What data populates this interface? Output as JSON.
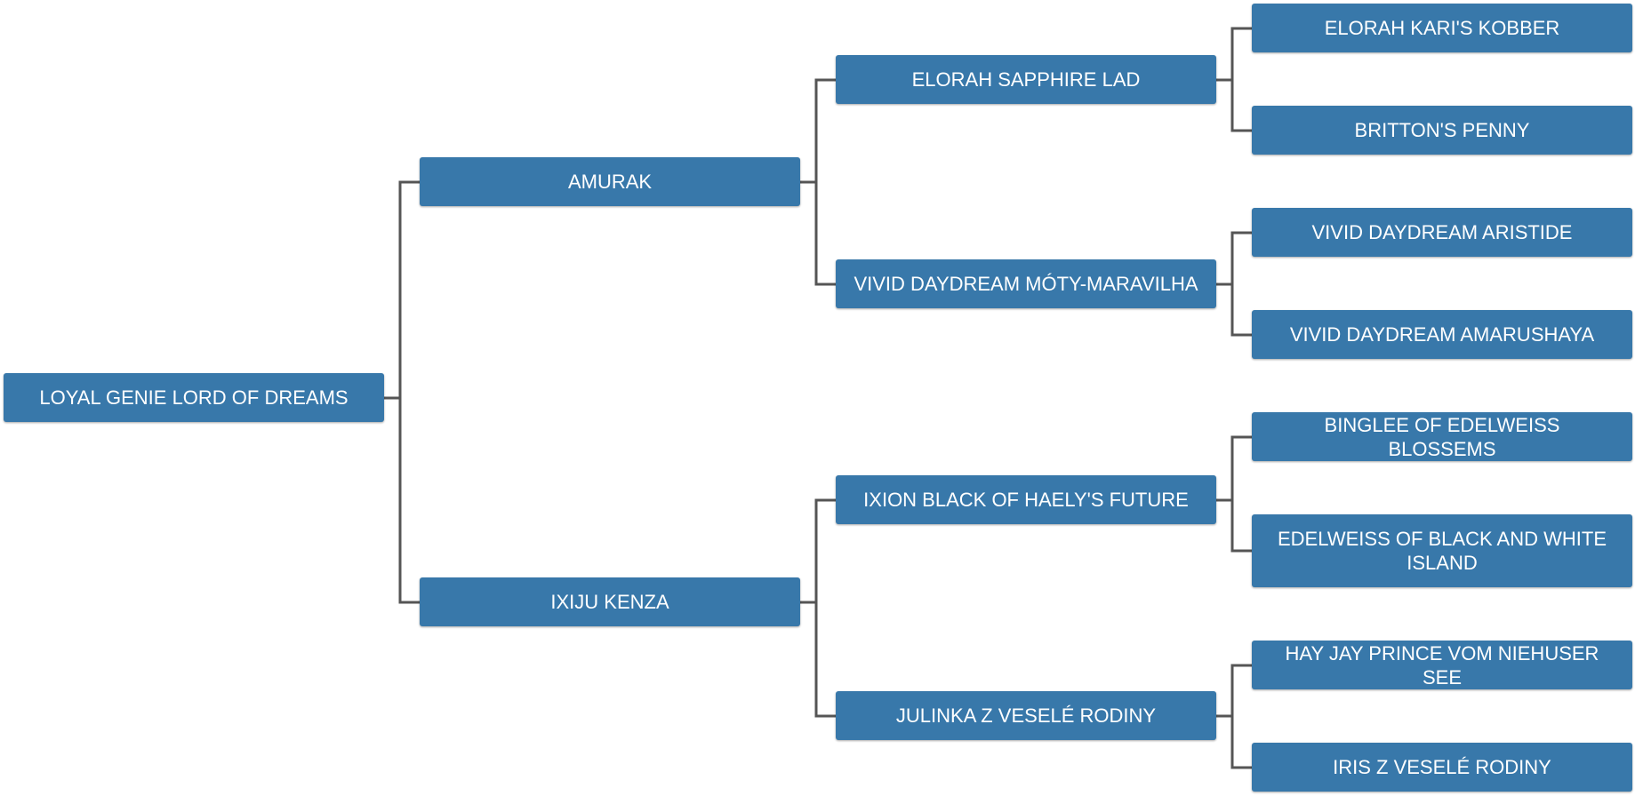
{
  "pedigree": {
    "subject": "LOYAL GENIE LORD OF DREAMS",
    "sire": {
      "name": "AMURAK",
      "sire": {
        "name": "ELORAH SAPPHIRE LAD",
        "sire": "ELORAH KARI'S KOBBER",
        "dam": "BRITTON'S PENNY"
      },
      "dam": {
        "name": "VIVID DAYDREAM MÓTY-MARAVILHA",
        "sire": "VIVID DAYDREAM ARISTIDE",
        "dam": "VIVID DAYDREAM AMARUSHAYA"
      }
    },
    "dam": {
      "name": "IXIJU KENZA",
      "sire": {
        "name": "IXION BLACK OF HAELY'S FUTURE",
        "sire": "BINGLEE OF EDELWEISS BLOSSEMS",
        "dam": "EDELWEISS OF BLACK AND WHITE ISLAND"
      },
      "dam": {
        "name": "JULINKA Z VESELÉ RODINY",
        "sire": "HAY JAY PRINCE VOM NIEHUSER SEE",
        "dam": "IRIS Z VESELÉ RODINY"
      }
    }
  },
  "colors": {
    "node_fill": "#3878aa",
    "node_text": "#ffffff",
    "connector": "#555555",
    "background": "#ffffff"
  }
}
